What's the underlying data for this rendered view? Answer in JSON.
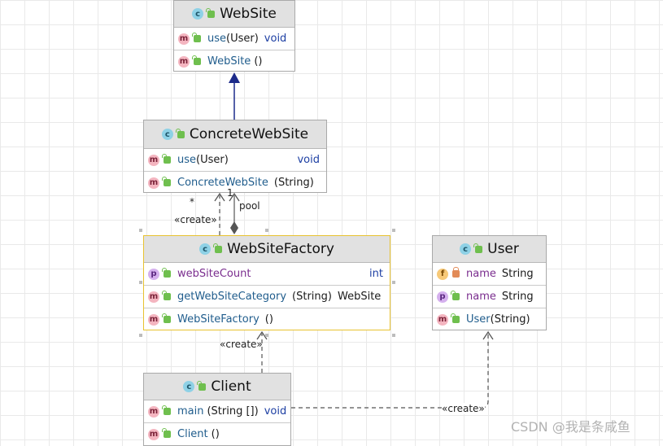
{
  "diagram": {
    "classes": {
      "website": {
        "name": "WebSite",
        "members": [
          {
            "kind": "m",
            "name": "use",
            "params": "(User)",
            "type": "void"
          },
          {
            "kind": "m",
            "name": "WebSite",
            "params": "()",
            "type": ""
          }
        ]
      },
      "concrete": {
        "name": "ConcreteWebSite",
        "members": [
          {
            "kind": "m",
            "name": "use",
            "params": "(User)",
            "type": "void"
          },
          {
            "kind": "m",
            "name": "ConcreteWebSite",
            "params": "(String)",
            "type": ""
          }
        ]
      },
      "factory": {
        "name": "WebSiteFactory",
        "members": [
          {
            "kind": "p",
            "name": "webSiteCount",
            "params": "",
            "type": "int"
          },
          {
            "kind": "m",
            "name": "getWebSiteCategory",
            "params": "(String)",
            "type": "WebSite"
          },
          {
            "kind": "m",
            "name": "WebSiteFactory",
            "params": "()",
            "type": ""
          }
        ]
      },
      "user": {
        "name": "User",
        "members": [
          {
            "kind": "f",
            "name": "name",
            "params": "",
            "type": "String"
          },
          {
            "kind": "p",
            "name": "name",
            "params": "",
            "type": "String"
          },
          {
            "kind": "m",
            "name": "User",
            "params": "(String)",
            "type": ""
          }
        ]
      },
      "client": {
        "name": "Client",
        "members": [
          {
            "kind": "m",
            "name": "main",
            "params": "(String [])",
            "type": "void"
          },
          {
            "kind": "m",
            "name": "Client",
            "params": "()",
            "type": ""
          }
        ]
      }
    },
    "labels": {
      "multiplicity_many": "*",
      "multiplicity_one": "1",
      "pool": "pool",
      "create_concrete": "«create»",
      "create_factory": "«create»",
      "create_user": "«create»"
    }
  },
  "watermark": "CSDN @我是条咸鱼"
}
